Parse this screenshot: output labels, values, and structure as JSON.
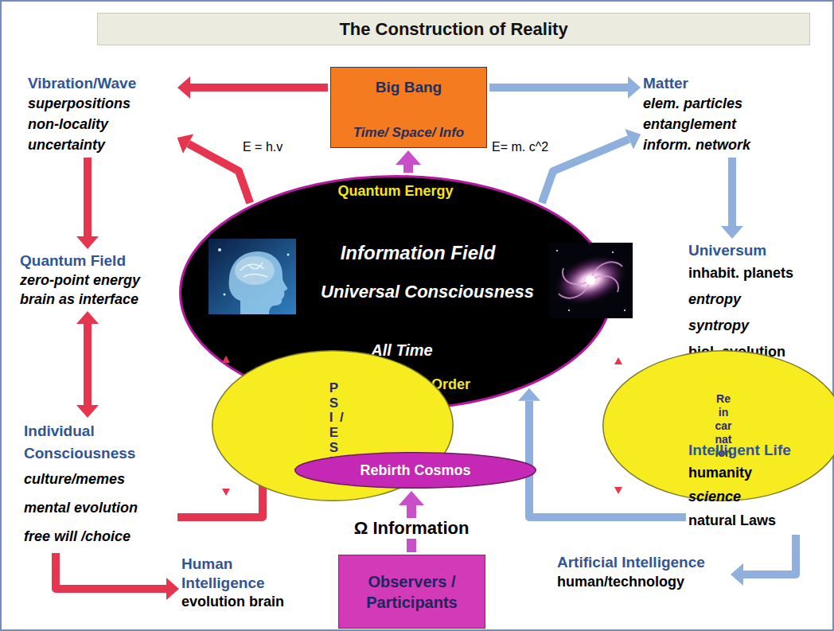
{
  "diagram": {
    "title": "The Construction of Reality",
    "nodes": [
      {
        "text": [
          "Big Bang",
          "Time/ Space/ Info"
        ]
      },
      {
        "text": [
          "Vibration/Wave",
          "superpositions",
          "non-locality",
          "uncertainty"
        ]
      },
      {
        "text": [
          "Matter",
          "elem. particles",
          "entanglement",
          "inform. network"
        ]
      },
      {
        "text": [
          "Quantum Energy",
          "Information Field",
          "Universal Consciousness",
          "All Time",
          "Implicate Order"
        ]
      },
      {
        "text": [
          "Quantum Field",
          "zero-point energy",
          "brain as interface"
        ]
      },
      {
        "text": [
          "Universum",
          "inhabit. planets",
          "entropy",
          "syntropy",
          "biol. evolution"
        ]
      },
      {
        "text": [
          "PSI/ESP"
        ]
      },
      {
        "text": [
          "Re in car nat ion"
        ]
      },
      {
        "text": [
          "Individual Consciousness",
          "culture/memes",
          "mental evolution",
          "free will /choice"
        ]
      },
      {
        "text": [
          "Intelligent Life",
          "humanity",
          "science",
          "natural Laws"
        ]
      },
      {
        "text": [
          "Rebirth Cosmos"
        ]
      },
      {
        "text": [
          "Human Intelligence",
          "evolution brain"
        ]
      },
      {
        "text": [
          "Observers / Participants"
        ]
      },
      {
        "text": [
          "Artificial Intelligence",
          "human/technology"
        ]
      }
    ],
    "edges": [
      {
        "from": 0,
        "to": 1,
        "arrow": "to"
      },
      {
        "from": 0,
        "to": 2,
        "arrow": "to"
      },
      {
        "from": 3,
        "to": 0,
        "arrow": "to"
      },
      {
        "from": 3,
        "to": 1,
        "arrow": "to"
      },
      {
        "from": 3,
        "to": 2,
        "arrow": "to"
      },
      {
        "from": 1,
        "to": 4,
        "arrow": "to"
      },
      {
        "from": 2,
        "to": 5,
        "arrow": "to"
      },
      {
        "from": 4,
        "to": 8,
        "arrow": "both"
      },
      {
        "from": 5,
        "to": 9,
        "arrow": "both"
      },
      {
        "from": 8,
        "to": 11,
        "arrow": "to"
      },
      {
        "from": 9,
        "to": 13,
        "arrow": "to"
      },
      {
        "from": 8,
        "to": 3,
        "arrow": "to"
      },
      {
        "from": 9,
        "to": 3,
        "arrow": "to"
      },
      {
        "from": 10,
        "to": 3,
        "arrow": "to"
      },
      {
        "from": 12,
        "to": 10,
        "label": "Ω Information",
        "arrow": "to"
      }
    ],
    "labels": [
      "E = h.v",
      "E= m. c^2"
    ]
  }
}
